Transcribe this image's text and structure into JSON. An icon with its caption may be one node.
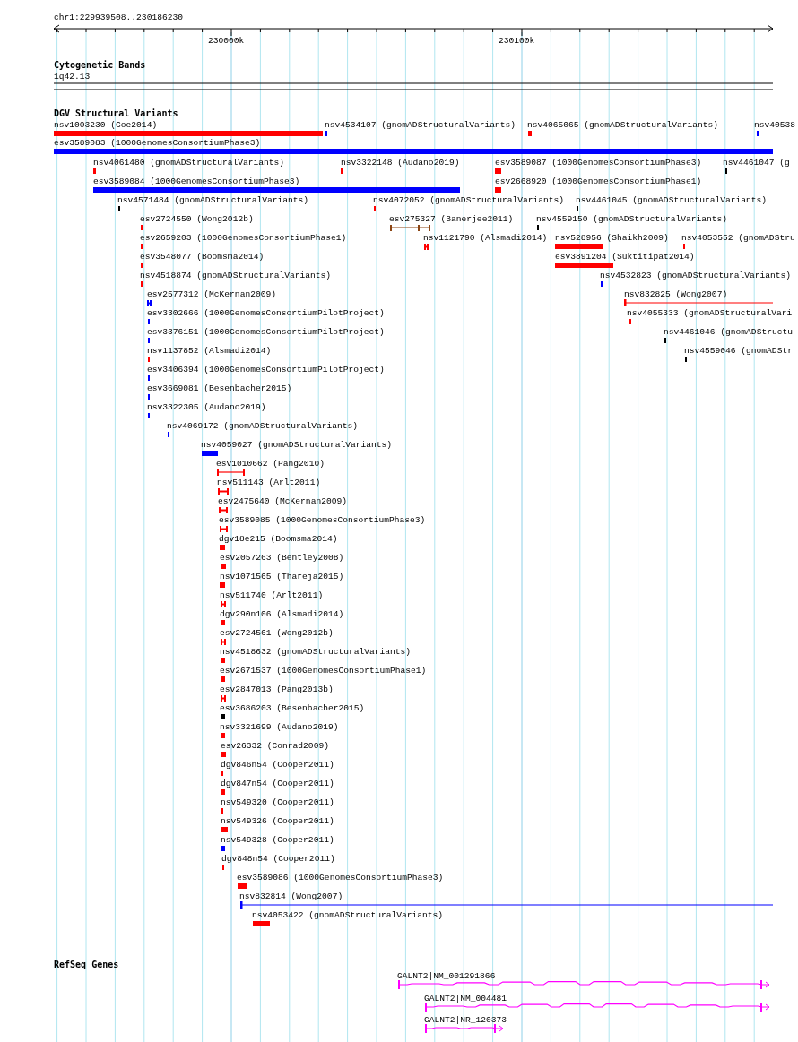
{
  "diagram": {
    "nodes": [
      {
        "text": [
          "nsv1003230 (Coe2014)"
        ]
      },
      {
        "text": [
          "nsv4534107 (gnomADStructuralVariants)"
        ]
      },
      {
        "text": [
          "nsv4065065 (gnomADStructuralVariants)"
        ]
      },
      {
        "text": [
          "nsv40538"
        ]
      },
      {
        "text": [
          "esv3589083 (1000GenomesConsortiumPhase3)"
        ]
      },
      {
        "text": [
          "nsv4061480 (gnomADStructuralVariants)"
        ]
      },
      {
        "text": [
          "nsv3322148 (Audano2019)"
        ]
      },
      {
        "text": [
          "esv3589087 (1000GenomesConsortiumPhase3)"
        ]
      },
      {
        "text": [
          "nsv4461047 (g"
        ]
      },
      {
        "text": [
          "esv3589084 (1000GenomesConsortiumPhase3)"
        ]
      },
      {
        "text": [
          "esv2668920 (1000GenomesConsortiumPhase1)"
        ]
      },
      {
        "text": [
          "nsv4571484 (gnomADStructuralVariants)"
        ]
      },
      {
        "text": [
          "nsv4072052 (gnomADStructuralVariants)"
        ]
      },
      {
        "text": [
          "nsv4461045 (gnomADStructuralVariants)"
        ]
      },
      {
        "text": [
          "esv2724550 (Wong2012b)"
        ]
      },
      {
        "text": [
          "esv275327 (Banerjee2011)"
        ]
      },
      {
        "text": [
          "nsv4559150 (gnomADStructuralVariants)"
        ]
      },
      {
        "text": [
          "esv2659203 (1000GenomesConsortiumPhase1)"
        ]
      },
      {
        "text": [
          "nsv1121790 (Alsmadi2014)"
        ]
      },
      {
        "text": [
          "nsv528956 (Shaikh2009)"
        ]
      },
      {
        "text": [
          "nsv4053552 (gnomADStru"
        ]
      },
      {
        "text": [
          "esv3548077 (Boomsma2014)"
        ]
      },
      {
        "text": [
          "esv3891204 (Suktitipat2014)"
        ]
      },
      {
        "text": [
          "nsv4518874 (gnomADStructuralVariants)"
        ]
      },
      {
        "text": [
          "nsv4532823 (gnomADStructuralVariants)"
        ]
      },
      {
        "text": [
          "esv2577312 (McKernan2009)"
        ]
      },
      {
        "text": [
          "nsv832825 (Wong2007)"
        ]
      },
      {
        "text": [
          "esv3302666 (1000GenomesConsortiumPilotProject)"
        ]
      },
      {
        "text": [
          "nsv4055333 (gnomADStructuralVari"
        ]
      },
      {
        "text": [
          "esv3376151 (1000GenomesConsortiumPilotProject)"
        ]
      },
      {
        "text": [
          "nsv4461046 (gnomADStructu"
        ]
      },
      {
        "text": [
          "nsv1137852 (Alsmadi2014)"
        ]
      },
      {
        "text": [
          "nsv4559046 (gnomADStr"
        ]
      },
      {
        "text": [
          "esv3406394 (1000GenomesConsortiumPilotProject)"
        ]
      },
      {
        "text": [
          "esv3669081 (Besenbacher2015)"
        ]
      },
      {
        "text": [
          "nsv3322305 (Audano2019)"
        ]
      },
      {
        "text": [
          "nsv4069172 (gnomADStructuralVariants)"
        ]
      },
      {
        "text": [
          "nsv4059027 (gnomADStructuralVariants)"
        ]
      },
      {
        "text": [
          "esv1010662 (Pang2010)"
        ]
      },
      {
        "text": [
          "nsv511143 (Arlt2011)"
        ]
      },
      {
        "text": [
          "esv2475640 (McKernan2009)"
        ]
      },
      {
        "text": [
          "esv3589085 (1000GenomesConsortiumPhase3)"
        ]
      },
      {
        "text": [
          "dgv18e215 (Boomsma2014)"
        ]
      },
      {
        "text": [
          "esv2057263 (Bentley2008)"
        ]
      },
      {
        "text": [
          "nsv1071565 (Thareja2015)"
        ]
      },
      {
        "text": [
          "nsv511740 (Arlt2011)"
        ]
      },
      {
        "text": [
          "dgv290n106 (Alsmadi2014)"
        ]
      },
      {
        "text": [
          "esv2724561 (Wong2012b)"
        ]
      },
      {
        "text": [
          "nsv4518632 (gnomADStructuralVariants)"
        ]
      },
      {
        "text": [
          "esv2671537 (1000GenomesConsortiumPhase1)"
        ]
      },
      {
        "text": [
          "esv2847013 (Pang2013b)"
        ]
      },
      {
        "text": [
          "esv3686203 (Besenbacher2015)"
        ]
      },
      {
        "text": [
          "nsv3321699 (Audano2019)"
        ]
      },
      {
        "text": [
          "esv26332 (Conrad2009)"
        ]
      },
      {
        "text": [
          "dgv846n54 (Cooper2011)"
        ]
      },
      {
        "text": [
          "dgv847n54 (Cooper2011)"
        ]
      },
      {
        "text": [
          "nsv549320 (Cooper2011)"
        ]
      },
      {
        "text": [
          "nsv549326 (Cooper2011)"
        ]
      },
      {
        "text": [
          "nsv549328 (Cooper2011)"
        ]
      },
      {
        "text": [
          "dgv848n54 (Cooper2011)"
        ]
      },
      {
        "text": [
          "esv3589086 (1000GenomesConsortiumPhase3)"
        ]
      },
      {
        "text": [
          "nsv832814 (Wong2007)"
        ]
      },
      {
        "text": [
          "nsv4053422 (gnomADStructuralVariants)"
        ]
      },
      {
        "text": [
          "GALNT2|NM_001291866"
        ]
      },
      {
        "text": [
          "GALNT2|NM_004481"
        ]
      },
      {
        "text": [
          "GALNT2|NR_120373"
        ]
      }
    ],
    "labels": [
      "chr1:229939508..230186230",
      "230000k",
      "230100k",
      "Cytogenetic Bands",
      "1q42.13",
      "DGV Structural Variants",
      "RefSeq Genes"
    ]
  }
}
